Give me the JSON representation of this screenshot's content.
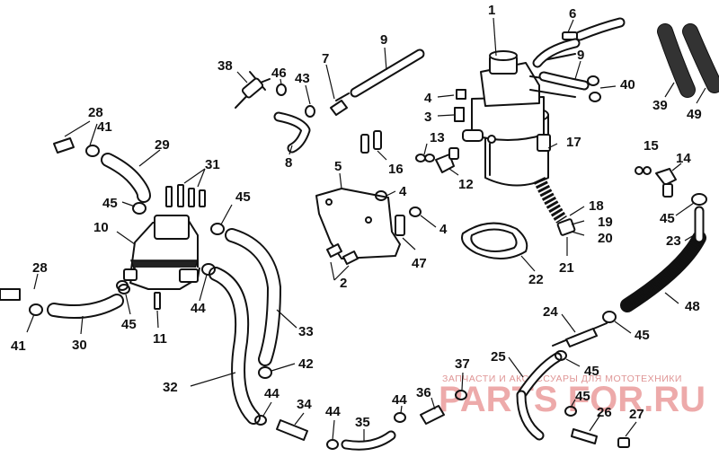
{
  "callouts": [
    "1",
    "2",
    "3",
    "4",
    "5",
    "6",
    "7",
    "8",
    "9",
    "10",
    "11",
    "12",
    "13",
    "14",
    "15",
    "16",
    "17",
    "18",
    "19",
    "20",
    "21",
    "22",
    "23",
    "24",
    "25",
    "26",
    "27",
    "28",
    "29",
    "30",
    "31",
    "32",
    "33",
    "34",
    "35",
    "36",
    "37",
    "38",
    "39",
    "40",
    "41",
    "42",
    "43",
    "44",
    "45",
    "46",
    "47",
    "48",
    "49"
  ],
  "watermark": {
    "tagline": "ЗАПЧАСТИ И АКСЕССУАРЫ ДЛЯ МОТОТЕХНИКИ",
    "logo": "PARTS FOR.RU"
  },
  "colors": {
    "ink": "#111111",
    "watermark": "#d02020"
  }
}
